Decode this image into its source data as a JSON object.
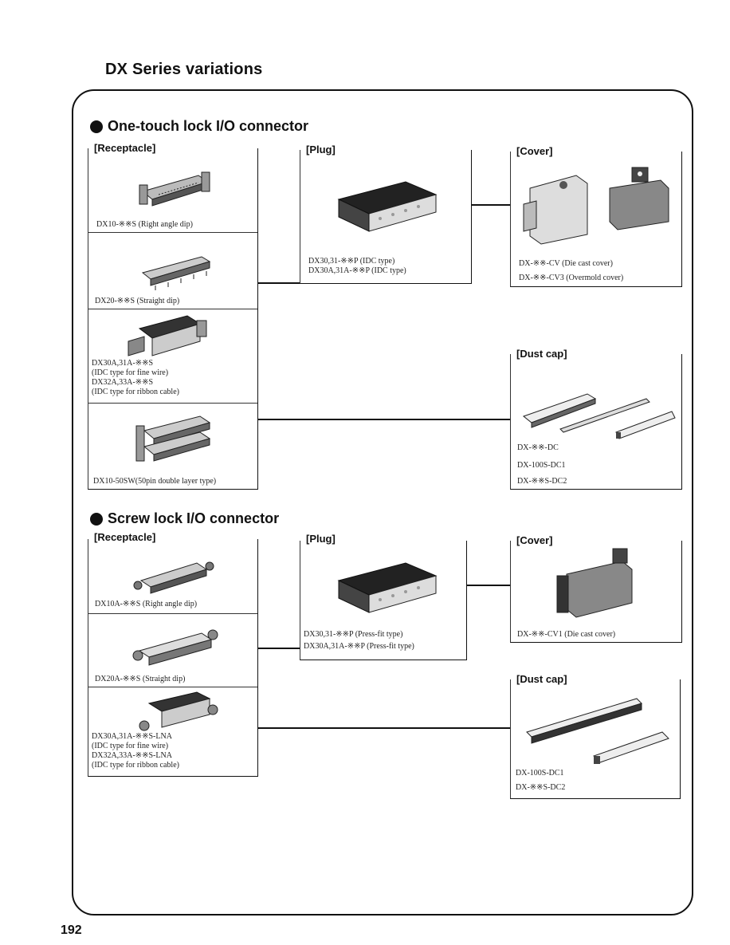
{
  "page": {
    "title": "DX Series variations",
    "number": "192"
  },
  "sections": [
    {
      "title": "One-touch lock I/O connector",
      "receptacle": {
        "label": "[Receptacle]",
        "items": [
          {
            "caption": "DX10-※※S (Right angle dip)"
          },
          {
            "caption": "DX20-※※S (Straight dip)"
          },
          {
            "caption": "DX30A,31A-※※S\n(IDC type for fine wire)\nDX32A,33A-※※S\n(IDC type for ribbon cable)"
          },
          {
            "caption": "DX10-50SW(50pin double layer type)"
          }
        ]
      },
      "plug": {
        "label": "[Plug]",
        "caption": "DX30,31-※※P (IDC type)\nDX30A,31A-※※P (IDC type)"
      },
      "cover": {
        "label": "[Cover]",
        "caption": "DX-※※-CV (Die cast cover)\nDX-※※-CV3 (Overmold cover)"
      },
      "dust_cap": {
        "label": "[Dust cap]",
        "captions": [
          "DX-※※-DC",
          "DX-100S-DC1",
          "DX-※※S-DC2"
        ]
      }
    },
    {
      "title": "Screw lock I/O connector",
      "receptacle": {
        "label": "[Receptacle]",
        "items": [
          {
            "caption": "DX10A-※※S (Right angle dip)"
          },
          {
            "caption": "DX20A-※※S (Straight dip)"
          },
          {
            "caption": "DX30A,31A-※※S-LNA\n(IDC type for fine wire)\nDX32A,33A-※※S-LNA\n(IDC type for ribbon cable)"
          }
        ]
      },
      "plug": {
        "label": "[Plug]",
        "caption": "DX30,31-※※P (Press-fit type)\nDX30A,31A-※※P (Press-fit type)"
      },
      "cover": {
        "label": "[Cover]",
        "caption": "DX-※※-CV1 (Die cast cover)"
      },
      "dust_cap": {
        "label": "[Dust cap]",
        "captions": [
          "DX-100S-DC1",
          "DX-※※S-DC2"
        ]
      }
    }
  ]
}
